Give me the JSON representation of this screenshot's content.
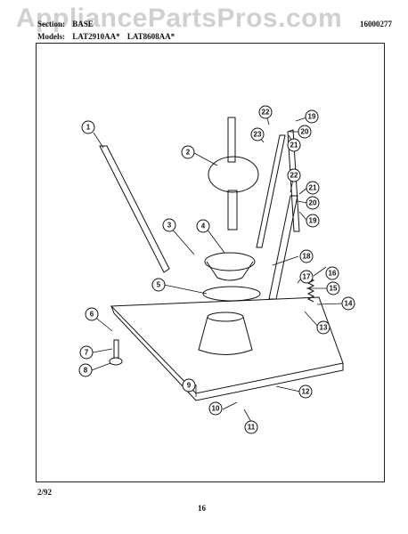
{
  "watermark": "AppliancePartsPros.com",
  "header": {
    "section_label": "Section:",
    "section_value": "BASE",
    "model_label": "Models:",
    "model_1": "LAT2910AA*",
    "model_2": "LAT8608AA*",
    "part_number": "16000277"
  },
  "footer": {
    "date": "2/92",
    "page": "16"
  },
  "callouts": [
    "1",
    "2",
    "3",
    "4",
    "5",
    "6",
    "7",
    "8",
    "9",
    "10",
    "11",
    "12",
    "13",
    "14",
    "15",
    "16",
    "17",
    "18",
    "19",
    "20",
    "21",
    "22",
    "23"
  ]
}
